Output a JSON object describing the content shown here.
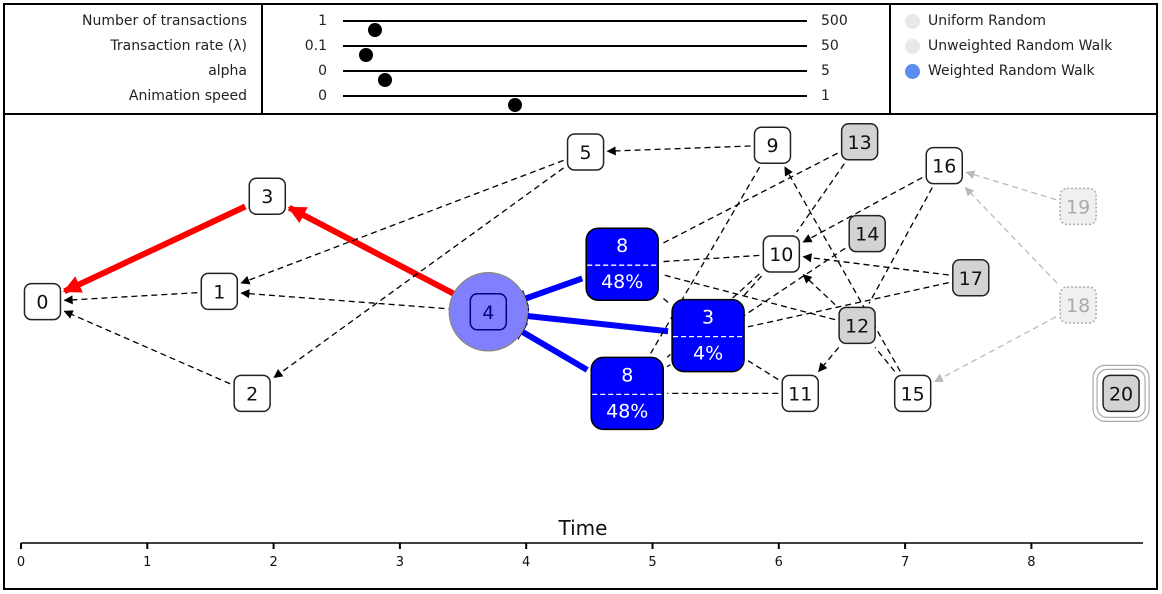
{
  "controls": {
    "sliders": [
      {
        "label": "Number of transactions",
        "min": "1",
        "max": "500",
        "value_fraction": 0.07
      },
      {
        "label": "Transaction rate (λ)",
        "min": "0.1",
        "max": "50",
        "value_fraction": 0.05
      },
      {
        "label": "alpha",
        "min": "0",
        "max": "5",
        "value_fraction": 0.09
      },
      {
        "label": "Animation speed",
        "min": "0",
        "max": "1",
        "value_fraction": 0.37
      }
    ],
    "radios": [
      {
        "label": "Uniform Random",
        "selected": false
      },
      {
        "label": "Unweighted Random Walk",
        "selected": false
      },
      {
        "label": "Weighted Random Walk",
        "selected": true
      }
    ]
  },
  "colors": {
    "path_red": "#ff0000",
    "walk_blue": "#0000ff",
    "current_halo": "#8080ff",
    "radio_selected": "#5b8def",
    "radio_unselected": "#e8e8e8",
    "tip_gray": "#d3d3d3",
    "faded": "#bbbbbb"
  },
  "graph": {
    "axis_label": "Time",
    "axis_ticks": [
      "0",
      "1",
      "2",
      "3",
      "4",
      "5",
      "6",
      "7",
      "8"
    ],
    "nodes": [
      {
        "id": "n0",
        "label": "0",
        "t": 0.17,
        "row": 0.49,
        "kind": "normal"
      },
      {
        "id": "n1",
        "label": "1",
        "t": 1.57,
        "row": 0.46,
        "kind": "normal"
      },
      {
        "id": "n2",
        "label": "2",
        "t": 1.83,
        "row": 0.76,
        "kind": "normal"
      },
      {
        "id": "n3",
        "label": "3",
        "t": 1.95,
        "row": 0.18,
        "kind": "normal"
      },
      {
        "id": "n4",
        "label": "4",
        "t": 3.7,
        "row": 0.52,
        "kind": "current"
      },
      {
        "id": "n5",
        "label": "5",
        "t": 4.47,
        "row": 0.05,
        "kind": "normal"
      },
      {
        "id": "n6",
        "label": "8",
        "sub": "48%",
        "t": 4.76,
        "row": 0.38,
        "kind": "candidate"
      },
      {
        "id": "n7",
        "label": "3",
        "sub": "4%",
        "t": 5.44,
        "row": 0.59,
        "kind": "candidate"
      },
      {
        "id": "n8",
        "label": "8",
        "sub": "48%",
        "t": 4.8,
        "row": 0.76,
        "kind": "candidate"
      },
      {
        "id": "n9",
        "label": "9",
        "t": 5.95,
        "row": 0.03,
        "kind": "normal"
      },
      {
        "id": "n10",
        "label": "10",
        "t": 6.02,
        "row": 0.35,
        "kind": "normal"
      },
      {
        "id": "n11",
        "label": "11",
        "t": 6.17,
        "row": 0.76,
        "kind": "normal"
      },
      {
        "id": "n12",
        "label": "12",
        "t": 6.62,
        "row": 0.56,
        "kind": "tip"
      },
      {
        "id": "n13",
        "label": "13",
        "t": 6.64,
        "row": 0.02,
        "kind": "tip"
      },
      {
        "id": "n14",
        "label": "14",
        "t": 6.7,
        "row": 0.29,
        "kind": "tip"
      },
      {
        "id": "n15",
        "label": "15",
        "t": 7.06,
        "row": 0.76,
        "kind": "normal"
      },
      {
        "id": "n16",
        "label": "16",
        "t": 7.31,
        "row": 0.09,
        "kind": "normal"
      },
      {
        "id": "n17",
        "label": "17",
        "t": 7.52,
        "row": 0.42,
        "kind": "tip"
      },
      {
        "id": "n18",
        "label": "18",
        "t": 8.37,
        "row": 0.5,
        "kind": "faded"
      },
      {
        "id": "n19",
        "label": "19",
        "t": 8.37,
        "row": 0.21,
        "kind": "faded"
      },
      {
        "id": "n20",
        "label": "20",
        "t": 8.71,
        "row": 0.76,
        "kind": "new"
      }
    ],
    "edges": [
      {
        "from": "n1",
        "to": "n0",
        "style": "dashed"
      },
      {
        "from": "n2",
        "to": "n0",
        "style": "dashed"
      },
      {
        "from": "n3",
        "to": "n0",
        "style": "red"
      },
      {
        "from": "n4",
        "to": "n3",
        "style": "red"
      },
      {
        "from": "n4",
        "to": "n1",
        "style": "dashed"
      },
      {
        "from": "n5",
        "to": "n1",
        "style": "dashed"
      },
      {
        "from": "n5",
        "to": "n2",
        "style": "dashed"
      },
      {
        "from": "n9",
        "to": "n5",
        "style": "dashed"
      },
      {
        "from": "n6",
        "to": "n4",
        "style": "blue"
      },
      {
        "from": "n7",
        "to": "n4",
        "style": "blue"
      },
      {
        "from": "n8",
        "to": "n4",
        "style": "blue"
      },
      {
        "from": "n13",
        "to": "n6",
        "style": "dashed-noarrow"
      },
      {
        "from": "n10",
        "to": "n6",
        "style": "dashed-noarrow"
      },
      {
        "from": "n12",
        "to": "n6",
        "style": "dashed-noarrow"
      },
      {
        "from": "n9",
        "to": "n8",
        "style": "dashed-noarrow"
      },
      {
        "from": "n7",
        "to": "n6",
        "style": "dashed-noarrow"
      },
      {
        "from": "n10",
        "to": "n8",
        "style": "dashed-noarrow"
      },
      {
        "from": "n10",
        "to": "n7",
        "style": "dashed-noarrow"
      },
      {
        "from": "n14",
        "to": "n8",
        "style": "dashed-noarrow"
      },
      {
        "from": "n11",
        "to": "n8",
        "style": "dashed-noarrow"
      },
      {
        "from": "n11",
        "to": "n7",
        "style": "dashed-noarrow"
      },
      {
        "from": "n17",
        "to": "n7",
        "style": "dashed-noarrow"
      },
      {
        "from": "n13",
        "to": "n10",
        "style": "dashed-noarrow"
      },
      {
        "from": "n16",
        "to": "n10",
        "style": "dashed"
      },
      {
        "from": "n17",
        "to": "n10",
        "style": "dashed"
      },
      {
        "from": "n12",
        "to": "n10",
        "style": "dashed"
      },
      {
        "from": "n12",
        "to": "n11",
        "style": "dashed"
      },
      {
        "from": "n15",
        "to": "n9",
        "style": "dashed"
      },
      {
        "from": "n15",
        "to": "n12",
        "style": "dashed-noarrow"
      },
      {
        "from": "n16",
        "to": "n12",
        "style": "dashed-noarrow"
      },
      {
        "from": "n19",
        "to": "n16",
        "style": "faded"
      },
      {
        "from": "n18",
        "to": "n16",
        "style": "faded"
      },
      {
        "from": "n18",
        "to": "n15",
        "style": "faded"
      }
    ]
  }
}
